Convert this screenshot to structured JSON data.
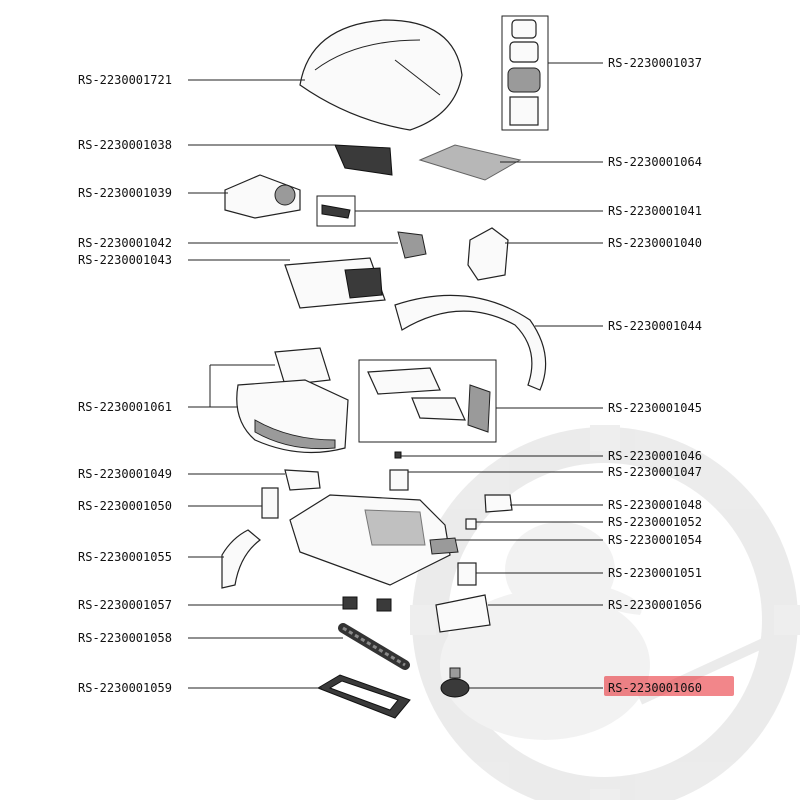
{
  "labels_left": [
    "RS-2230001721",
    "RS-2230001038",
    "RS-2230001039",
    "RS-2230001042",
    "RS-2230001043",
    "RS-2230001061",
    "RS-2230001049",
    "RS-2230001050",
    "RS-2230001055",
    "RS-2230001057",
    "RS-2230001058",
    "RS-2230001059"
  ],
  "labels_right": [
    "RS-2230001037",
    "RS-2230001064",
    "RS-2230001041",
    "RS-2230001040",
    "RS-2230001044",
    "RS-2230001045",
    "RS-2230001046",
    "RS-2230001047",
    "RS-2230001048",
    "RS-2230001052",
    "RS-2230001054",
    "RS-2230001051",
    "RS-2230001056",
    "RS-2230001060"
  ],
  "highlighted_label": "RS-2230001060",
  "colors": {
    "highlight": "#e8232a",
    "watermark": "#d9d9d9",
    "line": "#222222"
  },
  "watermark_icon": "gear-and-duck-logo"
}
